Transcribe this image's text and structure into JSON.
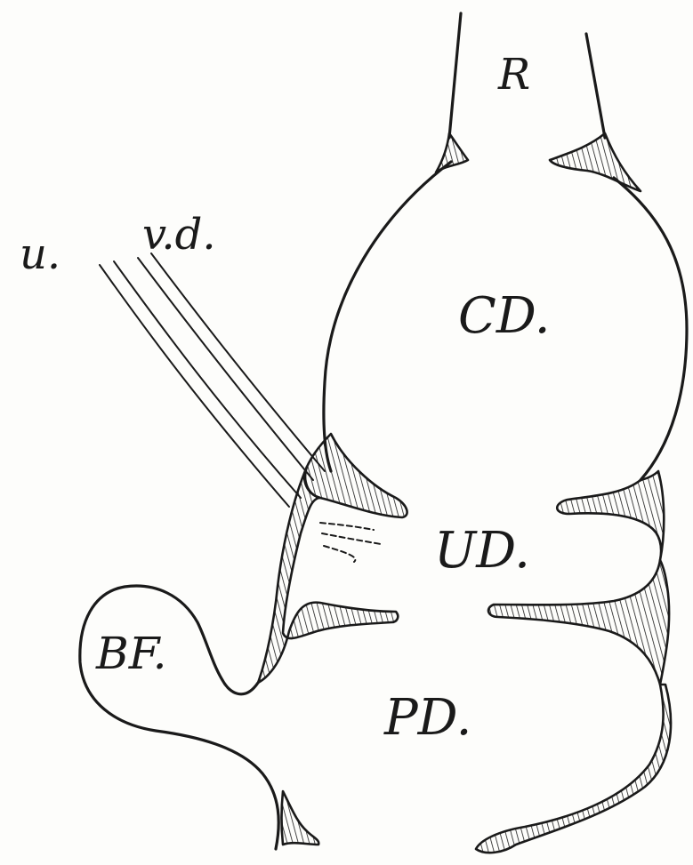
{
  "labels": {
    "r": "R",
    "u": "u.",
    "vd": "v.d.",
    "cd": "CD.",
    "ud": "UD.",
    "bf": "BF.",
    "pd": "PD."
  },
  "colors": {
    "ink": "#1a1a1a",
    "paper": "#fdfdfb"
  }
}
